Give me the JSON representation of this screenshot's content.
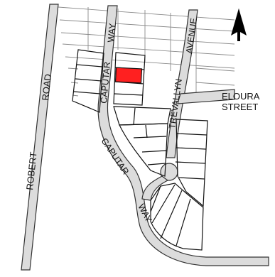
{
  "labels": {
    "robert_road_1": "ROBERT",
    "robert_road_2": "ROAD",
    "caputar_upper_1": "CAPUTAR",
    "caputar_upper_2": "WAY",
    "caputar_lower_1": "CAPUTAR",
    "caputar_lower_2": "WAY",
    "trevallyn_1": "TREVALLYN",
    "trevallyn_2": "AVENUE",
    "eloura_1": "ELOURA",
    "eloura_2": "STREET"
  },
  "colors": {
    "highlight_lot": "#ff2020",
    "road_fill": "#dcdcdc",
    "north_arrow": "#000000"
  },
  "icons": {
    "north": "north-arrow-icon"
  }
}
